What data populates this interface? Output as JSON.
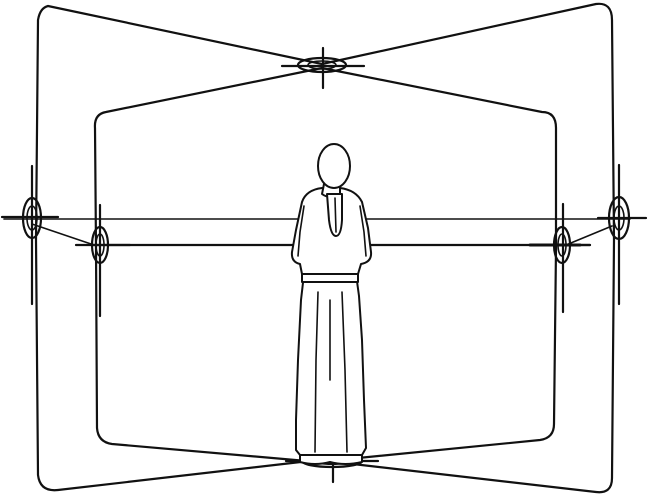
{
  "diagram": {
    "type": "line-drawing",
    "elements": {
      "outer_frame": "outer-wire-frame",
      "inner_frame": "inner-wire-frame",
      "crossbars": 2,
      "sighting_rings": 6,
      "figure": "standing-robed-person-back-view"
    }
  }
}
